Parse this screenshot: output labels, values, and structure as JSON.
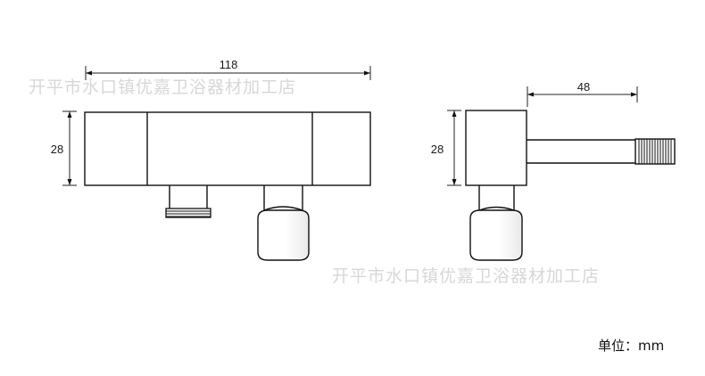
{
  "drawing": {
    "front_view": {
      "width_label": "118",
      "height_label": "28"
    },
    "side_view": {
      "spout_length_label": "48",
      "height_label": "28"
    },
    "watermarks": [
      "开平市水口镇优嘉卫浴器材加工店",
      "开平市水口镇优嘉卫浴器材加工店"
    ],
    "unit_label": "单位：mm"
  }
}
